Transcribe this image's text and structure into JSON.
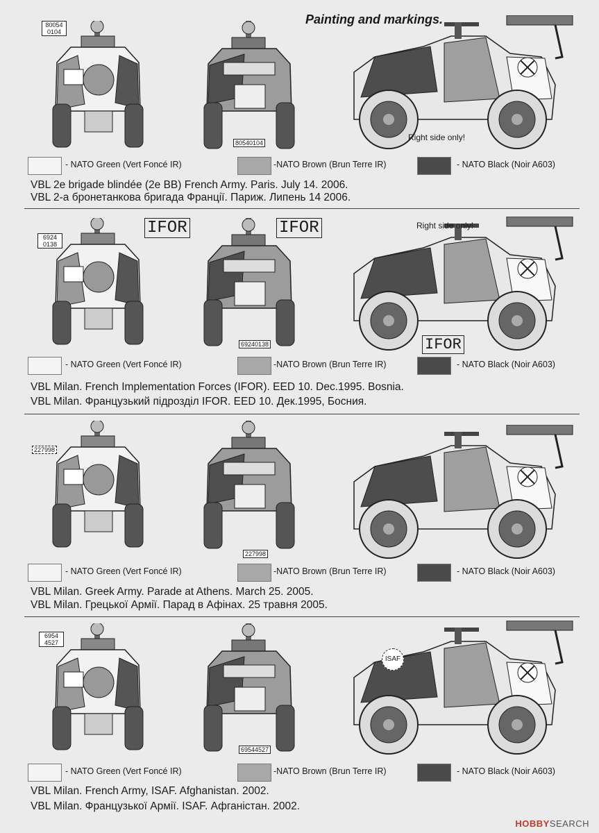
{
  "header": {
    "title": "Painting and markings."
  },
  "legend": {
    "green": "NATO Green (Vert Foncé IR)",
    "brown": "-NATO Brown (Brun Terre IR)",
    "black": "NATO Black (Noir A603)",
    "colors": {
      "green": "#f4f4f4",
      "brown": "#a8a8a8",
      "black": "#4a4a4a"
    }
  },
  "sections": [
    {
      "plate_left": "80054 0104",
      "plate_front": "80540104",
      "callout": "Right side only!",
      "caption_en": "VBL 2e brigade blindée (2e BB) French Army. Paris. July 14. 2006.",
      "caption_ua": "VBL 2-а бронетанкова бригада Франції. Париж. Липень 14 2006."
    },
    {
      "plate_left": "6924 0138",
      "plate_front": "69240138",
      "badge": "IFOR",
      "callout": "Right side only!",
      "caption_en": "VBL Milan. French Implementation Forces (IFOR). EED 10. Dec.1995. Bosnia.",
      "caption_ua": "VBL Milan. Французький підрозділ IFOR.  EED 10. Дек.1995, Босния."
    },
    {
      "plate_left": "227998",
      "plate_front": "227998",
      "caption_en": "VBL Milan. Greek Army. Parade at Athens. March 25. 2005.",
      "caption_ua": "VBL Milan. Грецької Армії. Парад в Афінах. 25 травня 2005."
    },
    {
      "plate_left": "6954 4527",
      "plate_front": "69544527",
      "badge": "ISAF",
      "caption_en": "VBL Milan. French Army, ISAF. Afghanistan. 2002.",
      "caption_ua": "VBL Milan. Французької Армії. ISAF. Афганістан. 2002."
    }
  ],
  "watermark": {
    "brand": "HOBBY",
    "rest": "SEARCH"
  }
}
